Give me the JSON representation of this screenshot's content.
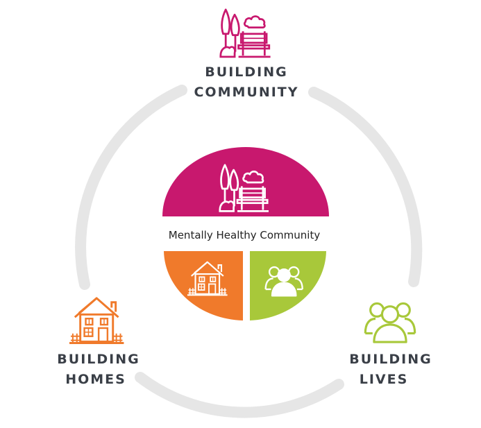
{
  "diagram": {
    "center": {
      "label": "Mentally Healthy Community"
    },
    "pillars": [
      {
        "key": "community",
        "line1": "BUILDING",
        "line2": "COMMUNITY",
        "color": "#C8186E",
        "icon": "park-bench-trees-cloud-icon"
      },
      {
        "key": "homes",
        "line1": "BUILDING",
        "line2": "HOMES",
        "color": "#F07A2B",
        "icon": "house-icon"
      },
      {
        "key": "lives",
        "line1": "BUILDING",
        "line2": "LIVES",
        "color": "#A8C83A",
        "icon": "people-group-icon"
      }
    ],
    "ring_color": "#E6E6E6",
    "label_color": "#3A3F47"
  }
}
